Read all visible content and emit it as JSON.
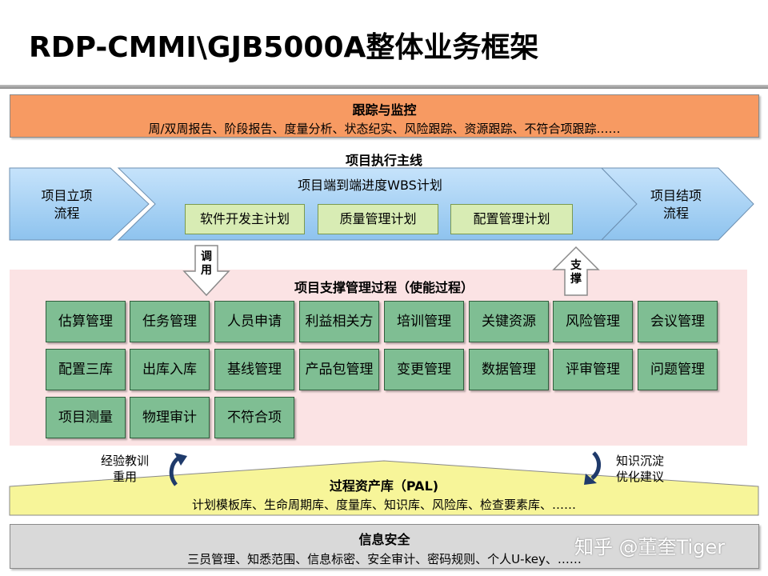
{
  "title": "RDP-CMMI\\GJB5000A整体业务框架",
  "tracking": {
    "heading": "跟踪与监控",
    "items": "周/双周报告、阶段报告、度量分析、状态纪实、风险跟踪、资源跟踪、不符合项跟踪……"
  },
  "execution": {
    "label": "项目执行主线",
    "start": "项目立项\n流程",
    "center_title": "项目端到端进度WBS计划",
    "plans": [
      "软件开发主计划",
      "质量管理计划",
      "配置管理计划"
    ],
    "end": "项目结项\n流程"
  },
  "arrows": {
    "down": "调\n用",
    "up": "支\n撑"
  },
  "support": {
    "label": "项目支撑管理过程（使能过程）",
    "rows": [
      [
        "估算管理",
        "任务管理",
        "人员申请",
        "利益相关方",
        "培训管理",
        "关键资源",
        "风险管理",
        "会议管理"
      ],
      [
        "配置三库",
        "出库入库",
        "基线管理",
        "产品包管理",
        "变更管理",
        "数据管理",
        "评审管理",
        "问题管理"
      ],
      [
        "项目测量",
        "物理审计",
        "不符合项"
      ]
    ]
  },
  "side_notes": {
    "left": "经验教训\n重用",
    "right": "知识沉淀\n优化建议"
  },
  "pal": {
    "heading": "过程资产库（PAL)",
    "items": "计划模板库、生命周期库、度量库、知识库、风险库、检查要素库、……"
  },
  "security": {
    "heading": "信息安全",
    "items": "三员管理、知悉范围、信息标密、安全审计、密码规则、个人U-key、……"
  },
  "watermark": "知乎 @董奎Tiger",
  "colors": {
    "tracking": "#f79a62",
    "chevron": "#a9d4f5",
    "plan_box": "#d8ecb4",
    "process_box": "#7fbe93",
    "support_bg": "#fbe3e4",
    "pal": "#f7f599",
    "security": "#d9d9d9",
    "curved_arrow": "#1f3a6b"
  }
}
